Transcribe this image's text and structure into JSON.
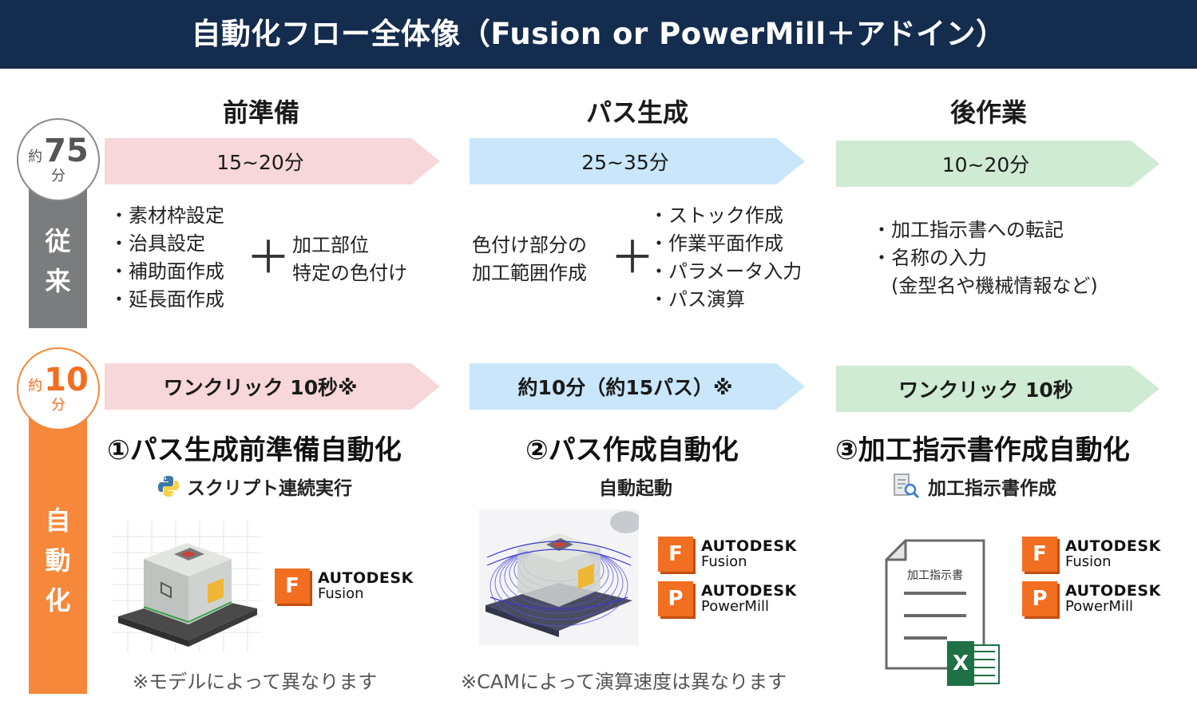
{
  "header": {
    "title": "自動化フロー全体像（Fusion or PowerMill＋アドイン）"
  },
  "columns": [
    {
      "heading": "前準備"
    },
    {
      "heading": "パス生成"
    },
    {
      "heading": "後作業"
    }
  ],
  "conventional": {
    "label_lines": [
      "従",
      "来"
    ],
    "time": {
      "prefix": "約",
      "number": "75",
      "unit": "分"
    },
    "arrows": [
      "15~20分",
      "25~35分",
      "10~20分"
    ],
    "prep_list": [
      "・素材枠設定",
      "・治具設定",
      "・補助面作成",
      "・延長面作成"
    ],
    "plus_symbol": "＋",
    "prep_extra": [
      "加工部位",
      "特定の色付け"
    ],
    "path_left": [
      "色付け部分の",
      "加工範囲作成"
    ],
    "path_list": [
      "・ストック作成",
      "・作業平面作成",
      "・パラメータ入力",
      "・パス演算"
    ],
    "post_list": [
      "・加工指示書への転記",
      "・名称の入力",
      "(金型名や機械情報など)"
    ]
  },
  "automated": {
    "label_lines": [
      "自",
      "動",
      "化"
    ],
    "time": {
      "prefix": "約",
      "number": "10",
      "unit": "分"
    },
    "arrows": [
      "ワンクリック 10秒※",
      "約10分（約15パス）※",
      "ワンクリック 10秒"
    ],
    "steps": [
      {
        "title": "①パス生成前準備自動化",
        "sub": "スクリプト連続実行",
        "note": "※モデルによって異なります"
      },
      {
        "title": "②パス作成自動化",
        "sub": "自動起動",
        "note": "※CAMによって演算速度は異なります"
      },
      {
        "title": "③加工指示書作成自動化",
        "sub": "加工指示書作成",
        "doc_label": "加工指示書",
        "excel_letter": "X"
      }
    ],
    "logos": {
      "brand": "AUTODESK",
      "fusion": {
        "letter": "F",
        "product": "Fusion"
      },
      "powermill": {
        "letter": "P",
        "product": "PowerMill"
      }
    }
  },
  "colors": {
    "header": "#142c4e",
    "conventional_bar": "#7b7c7e",
    "automated_bar": "#f5883a",
    "pink": "#f7d7d9",
    "blue": "#c9e6fb",
    "green": "#cfebd3",
    "autodesk_orange": "#f26e21",
    "excel_green": "#1e7145"
  }
}
